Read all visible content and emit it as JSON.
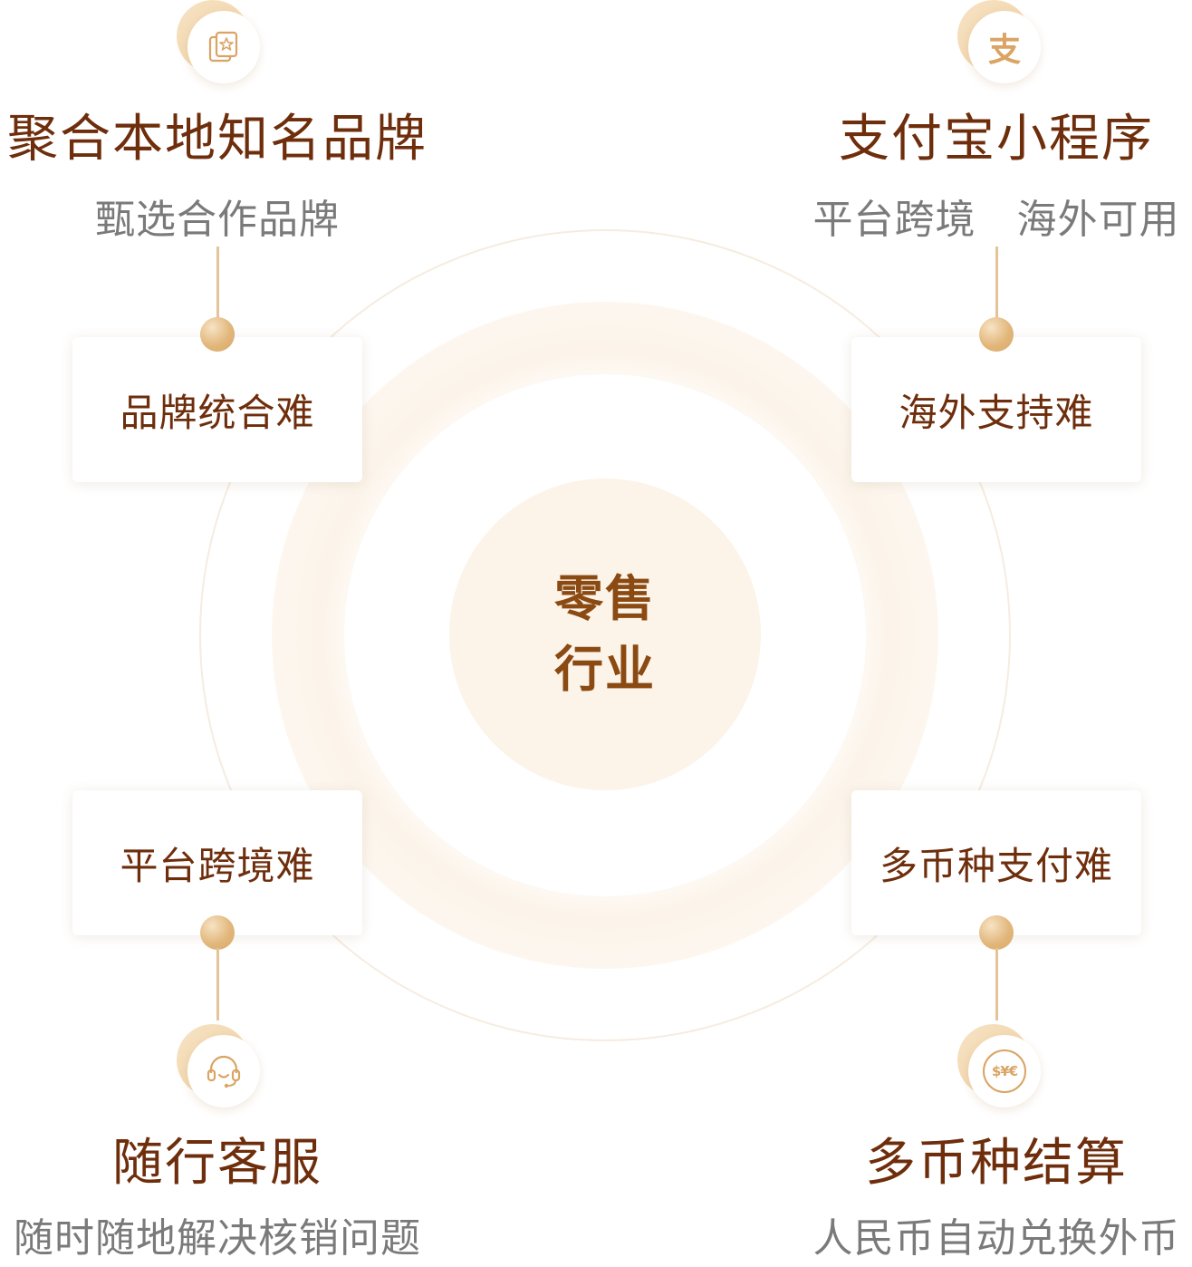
{
  "center": {
    "line1": "零售",
    "line2": "行业"
  },
  "top_left": {
    "icon": "coupon-card-icon",
    "title": "聚合本地知名品牌",
    "subtitle": "甄选合作品牌",
    "card": "品牌统合难"
  },
  "top_right": {
    "icon": "alipay-icon",
    "icon_glyph": "支",
    "title": "支付宝小程序",
    "subtitle": "平台跨境　海外可用",
    "card": "海外支持难"
  },
  "bottom_left": {
    "icon": "headset-icon",
    "title": "随行客服",
    "subtitle": "随时随地解决核销问题",
    "card": "平台跨境难"
  },
  "bottom_right": {
    "icon": "currency-exchange-icon",
    "icon_glyph": "$¥€",
    "title": "多币种结算",
    "subtitle": "人民币自动兑换外币",
    "card": "多币种支付难"
  },
  "colors": {
    "title": "#6e2e0c",
    "subtitle": "#7a7a7a",
    "accent": "#e2b77c",
    "center_text": "#8a4a12",
    "core_fill": "#fcf3e9"
  }
}
